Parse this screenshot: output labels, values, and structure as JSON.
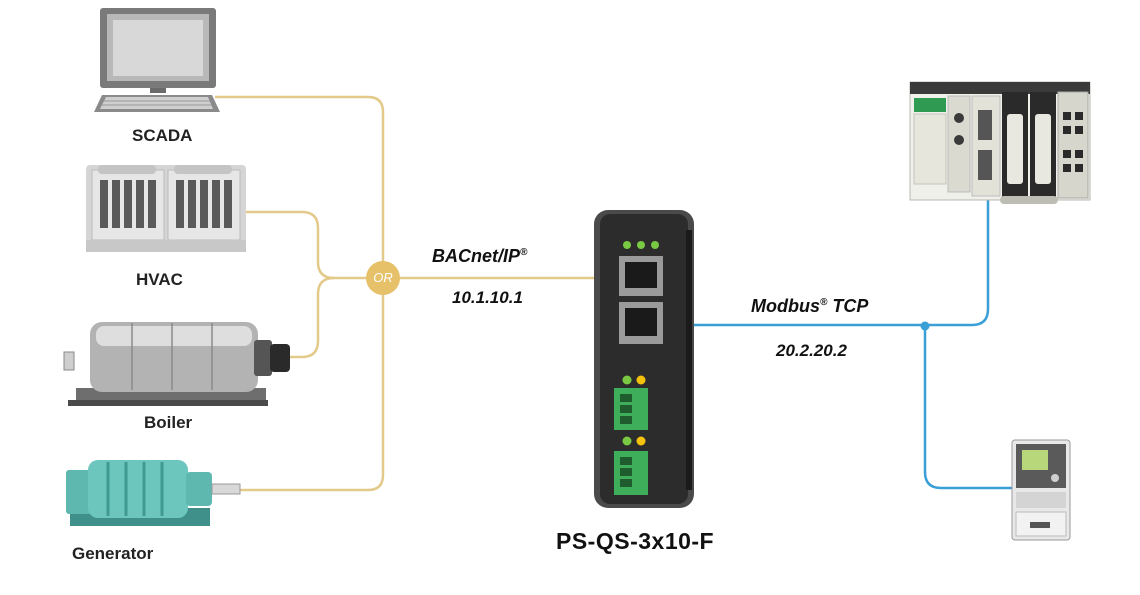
{
  "colors": {
    "bacnet_line": "#e3c98a",
    "modbus_line": "#3a9fd6",
    "gateway_body": "#2c2c2c",
    "terminal_green": "#3fae5a",
    "or_badge": "#e6c16a"
  },
  "devices": [
    {
      "label": "SCADA",
      "icon": "computer-icon"
    },
    {
      "label": "HVAC",
      "icon": "hvac-unit-icon"
    },
    {
      "label": "Boiler",
      "icon": "boiler-icon"
    },
    {
      "label": "Generator",
      "icon": "generator-icon"
    }
  ],
  "or_badge": "OR",
  "bacnet": {
    "protocol": "BACnet/IP",
    "mark": "®",
    "address": "10.1.10.1"
  },
  "modbus": {
    "protocol": "Modbus",
    "mark": "®",
    "suffix": " TCP",
    "address": "20.2.20.2"
  },
  "gateway": {
    "name": "PS-QS-3x10-F",
    "icon": "gateway-icon"
  },
  "modbus_devices": [
    {
      "icon": "plc-icon"
    },
    {
      "icon": "vfd-drive-icon"
    }
  ]
}
